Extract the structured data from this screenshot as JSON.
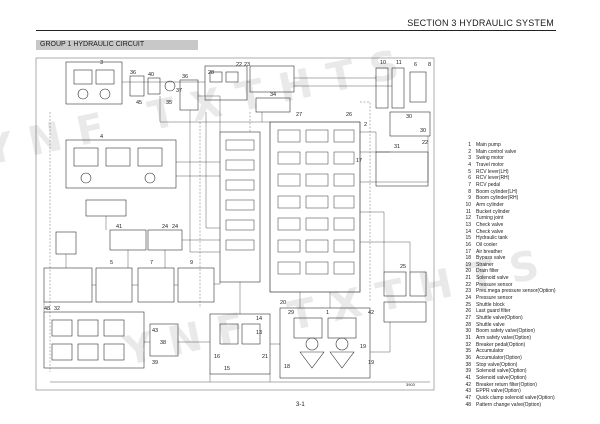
{
  "header": {
    "section_title": "SECTION 3 HYDRAULIC SYSTEM",
    "group_title": "GROUP 1 HYDRAULIC CIRCUIT"
  },
  "footer": {
    "page_number": "3-1"
  },
  "watermark": {
    "text": "YNF TXTHTS"
  },
  "diagram": {
    "callouts": [
      "3",
      "36",
      "40",
      "37",
      "36",
      "45",
      "35",
      "28",
      "22",
      "23",
      "34",
      "27",
      "26",
      "17",
      "10",
      "11",
      "6",
      "8",
      "30",
      "31",
      "30",
      "22",
      "14",
      "13",
      "16",
      "21",
      "4",
      "41",
      "24",
      "5",
      "7",
      "9",
      "32",
      "48",
      "43",
      "38",
      "39",
      "1",
      "18",
      "19",
      "15",
      "42",
      "19",
      "29",
      "25",
      "2",
      "24",
      "20"
    ],
    "drawing_code": "3903"
  },
  "legend": [
    {
      "num": "1",
      "label": "Main pump"
    },
    {
      "num": "2",
      "label": "Main control valve"
    },
    {
      "num": "3",
      "label": "Swing motor"
    },
    {
      "num": "4",
      "label": "Travel motor"
    },
    {
      "num": "5",
      "label": "RCV lever(LH)"
    },
    {
      "num": "6",
      "label": "RCV lever(RH)"
    },
    {
      "num": "7",
      "label": "RCV pedal"
    },
    {
      "num": "8",
      "label": "Boom cylinder(LH)"
    },
    {
      "num": "9",
      "label": "Boom cylinder(RH)"
    },
    {
      "num": "10",
      "label": "Arm cylinder"
    },
    {
      "num": "11",
      "label": "Bucket cylinder"
    },
    {
      "num": "12",
      "label": "Turning joint"
    },
    {
      "num": "13",
      "label": "Check valve"
    },
    {
      "num": "14",
      "label": "Check valve"
    },
    {
      "num": "15",
      "label": "Hydraulic tank"
    },
    {
      "num": "16",
      "label": "Oil cooler"
    },
    {
      "num": "17",
      "label": "Air breather"
    },
    {
      "num": "18",
      "label": "Bypass valve"
    },
    {
      "num": "19",
      "label": "Strainer"
    },
    {
      "num": "20",
      "label": "Drain filter"
    },
    {
      "num": "21",
      "label": "Solenoid valve"
    },
    {
      "num": "22",
      "label": "Pressure sensor"
    },
    {
      "num": "23",
      "label": "Pres.mega pressure sensor(Option)"
    },
    {
      "num": "24",
      "label": "Pressure sensor"
    },
    {
      "num": "25",
      "label": "Shuttle block"
    },
    {
      "num": "26",
      "label": "Last guard filter"
    },
    {
      "num": "27",
      "label": "Shuttle valve(Option)"
    },
    {
      "num": "28",
      "label": "Shuttle valve"
    },
    {
      "num": "30",
      "label": "Boom safety valve(Option)"
    },
    {
      "num": "31",
      "label": "Arm safety valve(Option)"
    },
    {
      "num": "32",
      "label": "Breaker pedal(Option)"
    },
    {
      "num": "35",
      "label": "Accumulator"
    },
    {
      "num": "36",
      "label": "Accumulator(Option)"
    },
    {
      "num": "38",
      "label": "Stop valve(Option)"
    },
    {
      "num": "39",
      "label": "Solenoid valve(Option)"
    },
    {
      "num": "41",
      "label": "Solenoid valve(Option)"
    },
    {
      "num": "42",
      "label": "Breaker return filter(Option)"
    },
    {
      "num": "43",
      "label": "EPPR valve(Option)"
    },
    {
      "num": "47",
      "label": "Quick clamp solenoid valve(Option)"
    },
    {
      "num": "48",
      "label": "Pattern change valve(Option)"
    }
  ]
}
